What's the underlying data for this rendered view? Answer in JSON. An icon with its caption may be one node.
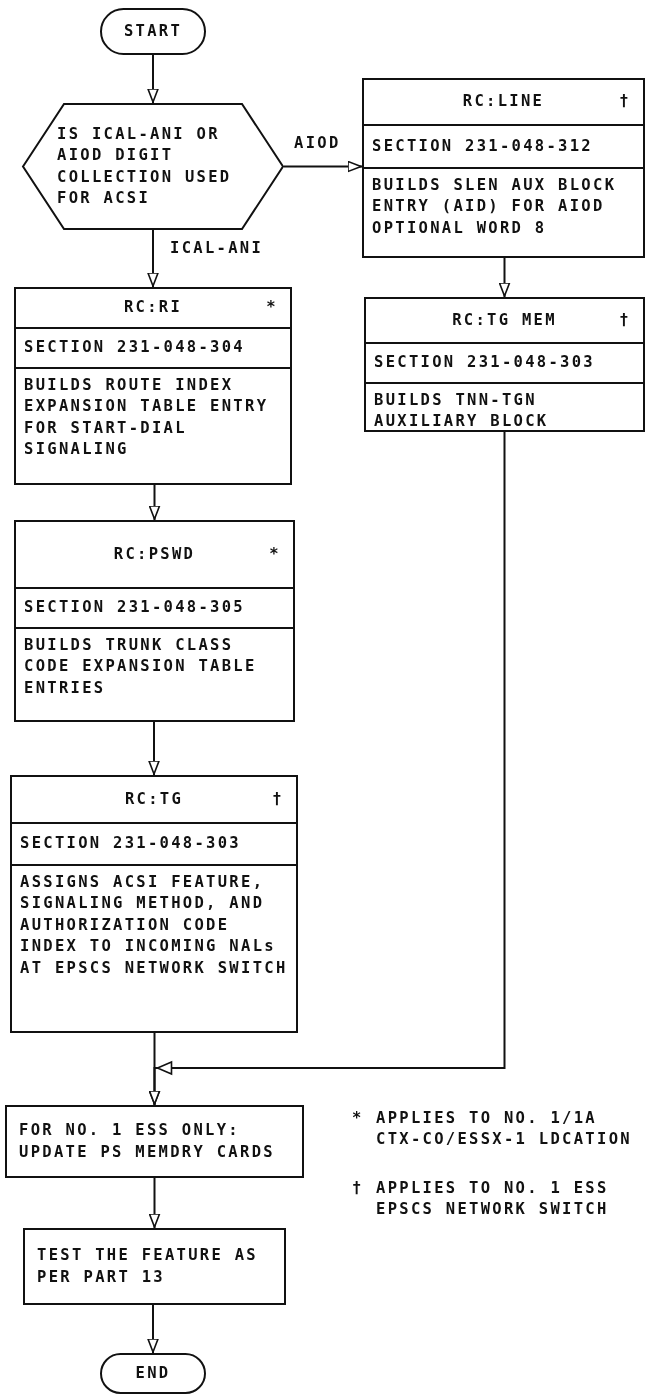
{
  "diagram": {
    "nodes": [
      {
        "text": [
          "START"
        ]
      },
      {
        "text": [
          "IS ICAL-ANI OR AIOD DIGIT COLLECTION USED FOR ACSI"
        ]
      },
      {
        "text": [
          "RC:LINE",
          "†",
          "SECTION 231-048-312",
          "BUILDS SLEN AUX BLOCK ENTRY (AID) FOR AIOD OPTIONAL WORD 8"
        ]
      },
      {
        "text": [
          "RC:RI",
          "*",
          "SECTION 231-048-304",
          "BUILDS ROUTE INDEX EXPANSION TABLE ENTRY FOR START-DIAL SIGNALING"
        ]
      },
      {
        "text": [
          "RC:TG MEM",
          "†",
          "SECTION 231-048-303",
          "BUILDS TNN-TGN AUXILIARY BLOCK"
        ]
      },
      {
        "text": [
          "RC:PSWD",
          "*",
          "SECTION 231-048-305",
          "BUILDS TRUNK CLASS CODE EXPANSION TABLE ENTRIES"
        ]
      },
      {
        "text": [
          "RC:TG",
          "†",
          "SECTION 231-048-303",
          "ASSIGNS ACSI FEATURE, SIGNALING METHOD, AND AUTHORIZATION CODE INDEX TO INCOMING NALs AT EPSCS NETWORK SWITCH"
        ]
      },
      {
        "text": [
          "FOR NO. 1 ESS ONLY: UPDATE PS MEMDRY CARDS"
        ]
      },
      {
        "text": [
          "TEST THE FEATURE AS PER PART 13"
        ]
      },
      {
        "text": [
          "END"
        ]
      }
    ],
    "edges": [
      {
        "from": 0,
        "to": 1,
        "arrow": "to"
      },
      {
        "from": 1,
        "to": 2,
        "arrow": "to",
        "label": "AIOD"
      },
      {
        "from": 1,
        "to": 3,
        "arrow": "to",
        "label": "ICAL-ANI"
      },
      {
        "from": 2,
        "to": 4,
        "arrow": "to"
      },
      {
        "from": 3,
        "to": 5,
        "arrow": "to"
      },
      {
        "from": 5,
        "to": 6,
        "arrow": "to"
      },
      {
        "from": 6,
        "to": 7,
        "arrow": "to"
      },
      {
        "from": 4,
        "to": 7,
        "arrow": "to"
      },
      {
        "from": 7,
        "to": 8,
        "arrow": "to"
      },
      {
        "from": 8,
        "to": 9,
        "arrow": "to"
      }
    ],
    "labels": [
      "*",
      "APPLIES TO NO. 1/1A CTX-CO/ESSX-1 LDCATION",
      "†",
      "APPLIES TO NO. 1 ESS EPSCS NETWORK SWITCH"
    ]
  }
}
